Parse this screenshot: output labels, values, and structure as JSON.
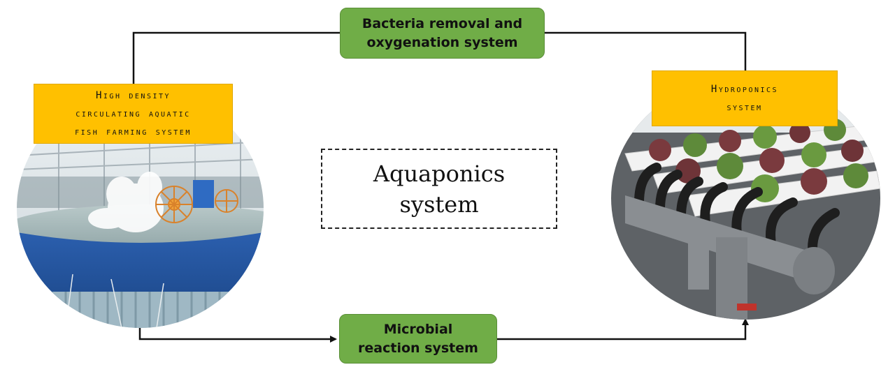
{
  "diagram": {
    "center": {
      "line1": "Aquaponics",
      "line2": "system"
    },
    "top_box": {
      "line1": "Bacteria removal and",
      "line2": "oxygenation system"
    },
    "bottom_box": {
      "line1": "Microbial",
      "line2": "reaction system"
    },
    "left_label": {
      "line1": "High density",
      "line2": "circulating aquatic",
      "line3": "fish farming system"
    },
    "right_label": {
      "line1": "Hydroponics",
      "line2": "system"
    },
    "colors": {
      "process_box_fill": "#70ad47",
      "label_fill": "#ffc000",
      "connector": "#111111"
    },
    "photos": {
      "left": "fish-farming-tank-photo",
      "right": "hydroponics-lettuce-pipes-photo"
    }
  }
}
